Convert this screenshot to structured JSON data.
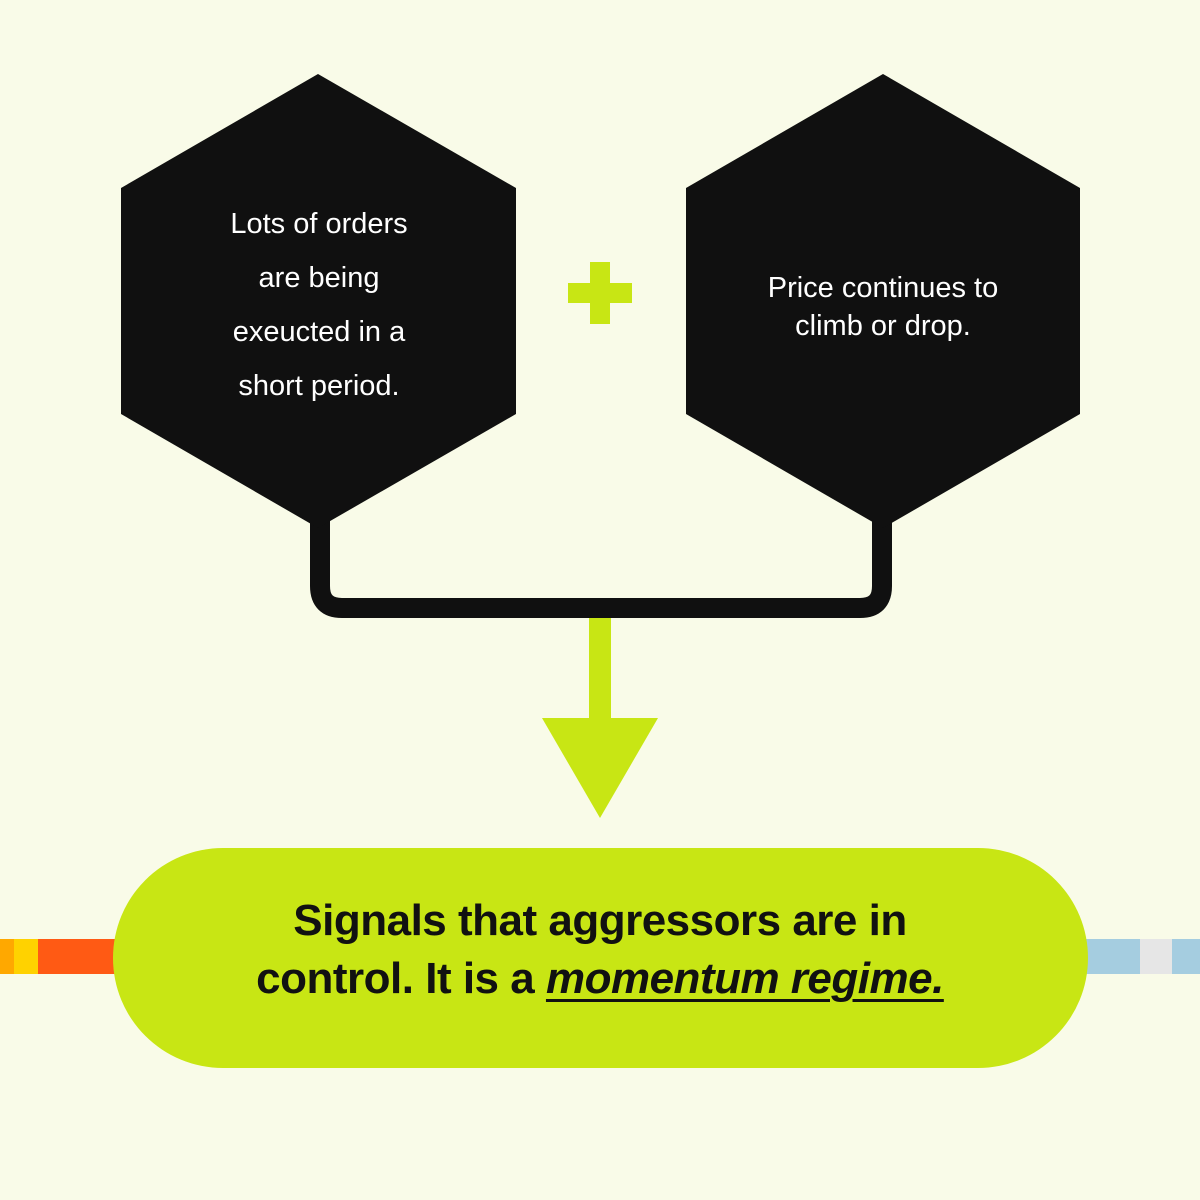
{
  "colors": {
    "background": "#f9fbe8",
    "hexagon_fill": "#101010",
    "accent_lime": "#c8e614",
    "connector": "#101010",
    "text_light": "#ffffff",
    "text_dark": "#111111",
    "strip_left": [
      "#ffa800",
      "#ffd200",
      "#ff5a14"
    ],
    "strip_right": [
      "#a5cde0",
      "#e6e6e6",
      "#a5cde0"
    ]
  },
  "hexagons": {
    "left": {
      "lines": [
        "Lots of orders",
        "are being",
        "exeucted in a",
        "short period."
      ]
    },
    "right": {
      "lines": [
        "Price continues to",
        "climb or drop."
      ]
    }
  },
  "operator": {
    "icon": "plus-icon"
  },
  "arrow": {
    "icon": "down-arrow-icon"
  },
  "result": {
    "line1": "Signals that aggressors are in",
    "line2_prefix": "control. It is a ",
    "line2_emphasis": "momentum regime."
  }
}
